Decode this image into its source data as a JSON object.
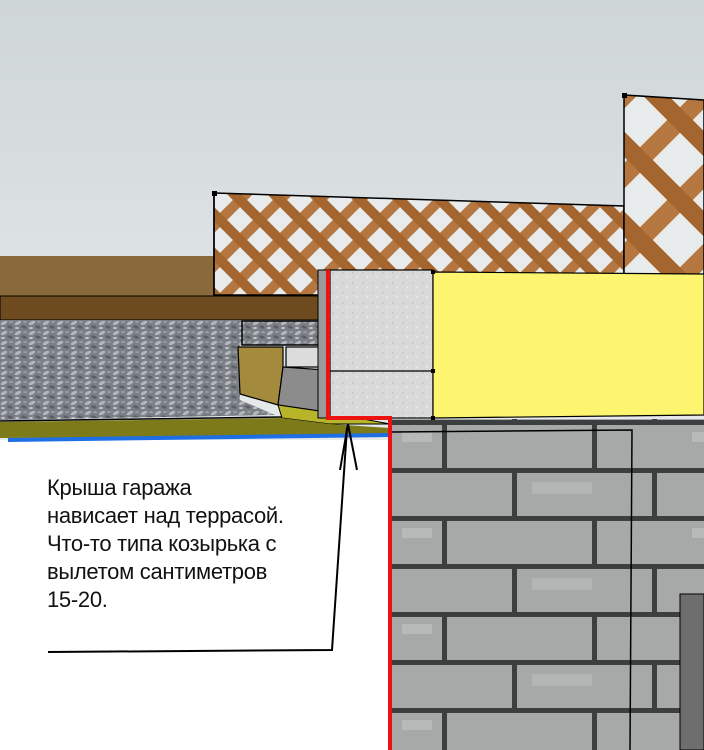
{
  "diagram": {
    "type": "architectural-section-sketch",
    "annotation": {
      "lines": [
        "Крыша гаража",
        "нависает над террасой.",
        "Что-то типа козырька с",
        "вылетом сантиметров",
        "15-20."
      ]
    },
    "elements": [
      {
        "name": "lattice-fence-low",
        "material": "wooden lattice"
      },
      {
        "name": "lattice-fence-high",
        "material": "wooden lattice"
      },
      {
        "name": "terrace-deck-board",
        "material": "wood"
      },
      {
        "name": "gravel-layer",
        "material": "crushed stone"
      },
      {
        "name": "concrete-block",
        "material": "concrete"
      },
      {
        "name": "insulation-layer",
        "material": "yellow insulation"
      },
      {
        "name": "brick-wall",
        "material": "brick"
      },
      {
        "name": "waterproofing-line",
        "material": "blue membrane"
      },
      {
        "name": "overhang-outline",
        "material": "red highlight"
      }
    ],
    "colors": {
      "sky": "#d6dcde",
      "lattice": "#b5763f",
      "deck_dark": "#6e4a1f",
      "deck_light": "#8a6a3a",
      "gravel": "#7e8288",
      "concrete": "#d8d8d8",
      "insulation": "#fdf570",
      "brick": "#a9abab",
      "mortar": "#3b3f3f",
      "olive": "#7d7a1a",
      "olive_light": "#b8b52a",
      "tan": "#a38a3c",
      "grey_block": "#8c8c8c",
      "membrane": "#1e6ee6",
      "highlight": "#ee1111",
      "outline": "#000000"
    }
  }
}
